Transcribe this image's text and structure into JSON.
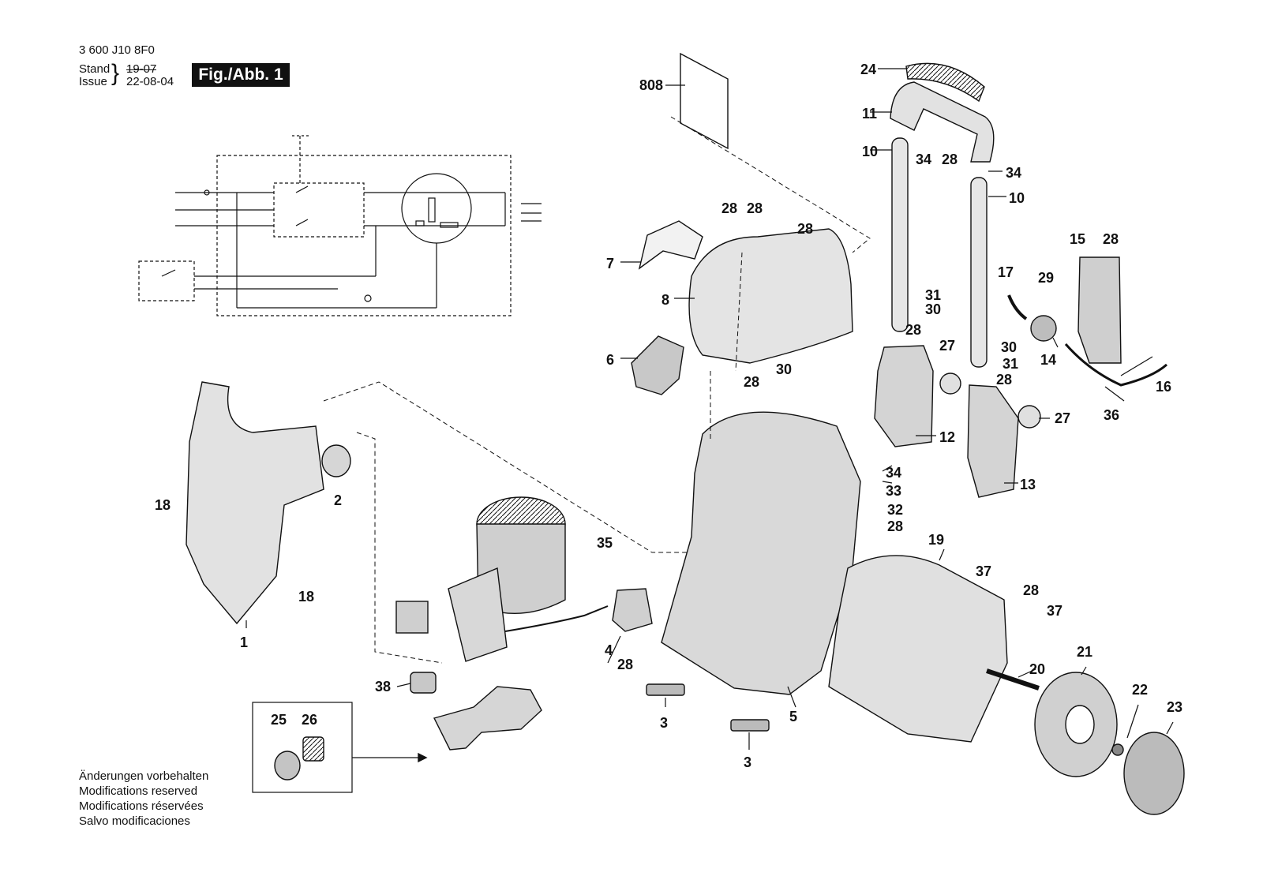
{
  "header": {
    "doc_number": "3 600 J10 8F0",
    "stand_label": "Stand",
    "issue_label": "Issue",
    "stand_value": "19-07",
    "issue_value": "22-08-04",
    "figure_label": "Fig./Abb. 1"
  },
  "footer": {
    "lines": [
      "Änderungen vorbehalten",
      "Modifications reserved",
      "Modifications réservées",
      "Salvo modificaciones"
    ]
  },
  "callouts": {
    "c808": "808",
    "c24": "24",
    "c11": "11",
    "c10a": "10",
    "c34a": "34",
    "c28a": "28",
    "c34b": "34",
    "c10b": "10",
    "c28b": "28",
    "c28c": "28",
    "c28d": "28",
    "c7": "7",
    "c8": "8",
    "c6": "6",
    "c28e": "28",
    "c30a": "30",
    "c15": "15",
    "c28f": "28",
    "c17": "17",
    "c29": "29",
    "c31a": "31",
    "c30b": "30",
    "c28g": "28",
    "c27a": "27",
    "c30c": "30",
    "c31b": "31",
    "c28h": "28",
    "c14": "14",
    "c16": "16",
    "c36": "36",
    "c12": "12",
    "c27b": "27",
    "c13": "13",
    "c34c": "34",
    "c33": "33",
    "c32": "32",
    "c28i": "28",
    "c19": "19",
    "c37a": "37",
    "c28j": "28",
    "c37b": "37",
    "c35": "35",
    "c18a": "18",
    "c2": "2",
    "c18b": "18",
    "c1": "1",
    "c4": "4",
    "c28k": "28",
    "c3a": "3",
    "c5": "5",
    "c3b": "3",
    "c38": "38",
    "c25": "25",
    "c26": "26",
    "c20": "20",
    "c21": "21",
    "c22": "22",
    "c23": "23"
  },
  "colors": {
    "ink": "#111111",
    "part_fill": "#d9d9d9",
    "part_dark": "#444444",
    "background": "#ffffff"
  }
}
